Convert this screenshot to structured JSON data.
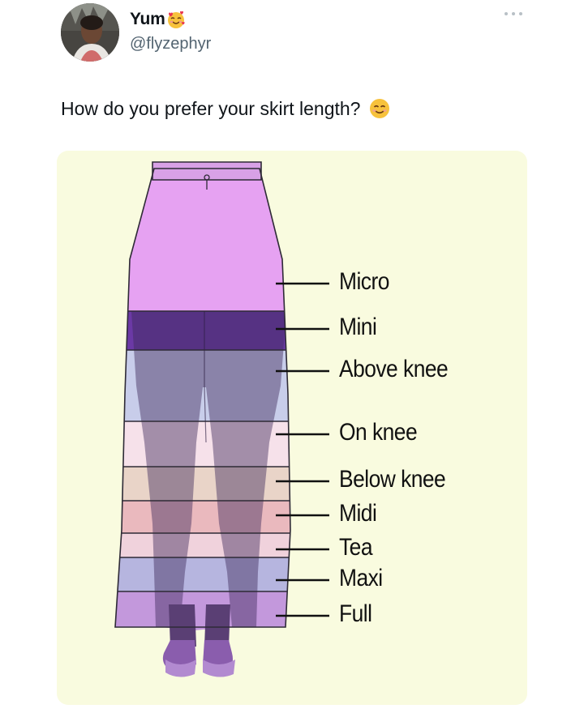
{
  "post": {
    "display_name": "Yum",
    "name_emoji": "smiling-face-with-hearts-icon",
    "handle": "@flyzephyr",
    "text": "How do you prefer your skirt length?",
    "text_emoji": "smiling-face-icon"
  },
  "menu": {
    "icon": "more-horizontal-icon"
  },
  "infographic": {
    "background_color": "#f9fbdf",
    "lengths": [
      {
        "label": "Micro",
        "color": "#e6a2f2"
      },
      {
        "label": "Mini",
        "color": "#6b39a5"
      },
      {
        "label": "Above knee",
        "color": "#c8cdea"
      },
      {
        "label": "On knee",
        "color": "#f6e1ea"
      },
      {
        "label": "Below knee",
        "color": "#e9d4c8"
      },
      {
        "label": "Midi",
        "color": "#eab9be"
      },
      {
        "label": "Tea",
        "color": "#f0d2dc"
      },
      {
        "label": "Maxi",
        "color": "#b6b5df"
      },
      {
        "label": "Full",
        "color": "#c398dc"
      }
    ]
  }
}
